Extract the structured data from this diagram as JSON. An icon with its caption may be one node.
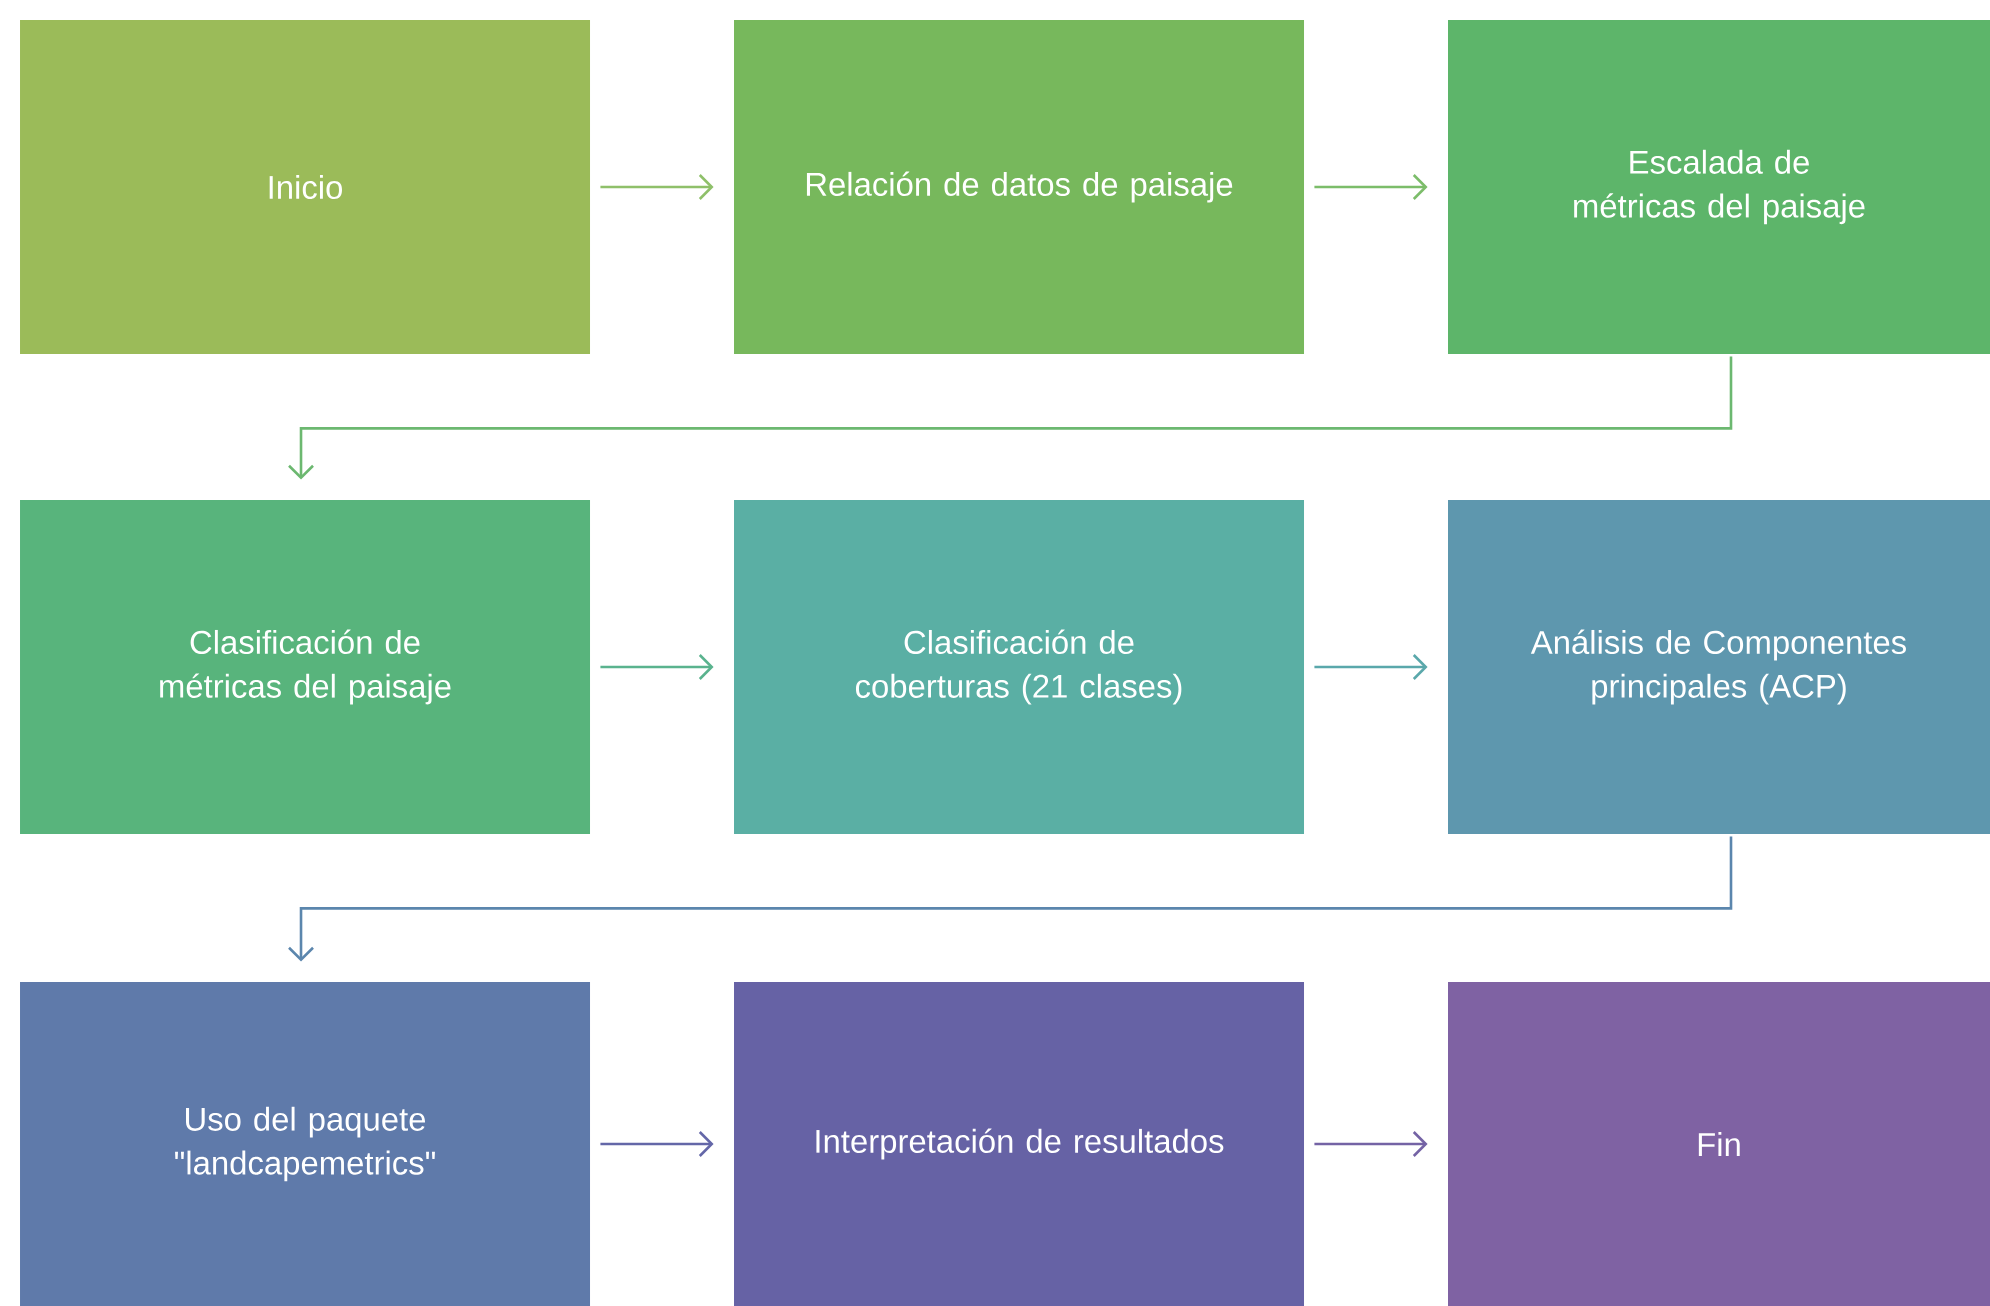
{
  "diagram": {
    "nodes": [
      {
        "text": [
          "Inicio"
        ]
      },
      {
        "text": [
          "Relación de datos de paisaje"
        ]
      },
      {
        "text": [
          "Escalada de métricas del paisaje"
        ]
      },
      {
        "text": [
          "Clasificación de métricas del paisaje"
        ]
      },
      {
        "text": [
          "Clasificación de coberturas (21 clases)"
        ]
      },
      {
        "text": [
          "Análisis de Componentes principales (ACP)"
        ]
      },
      {
        "text": [
          "Uso del paquete \"landcapemetrics\""
        ]
      },
      {
        "text": [
          "Interpretación de resultados"
        ]
      },
      {
        "text": [
          "Fin"
        ]
      }
    ],
    "edges": [
      {
        "from": 0,
        "to": 1,
        "arrow": "to",
        "color": "#8fc06a"
      },
      {
        "from": 1,
        "to": 2,
        "arrow": "to",
        "color": "#7cbd6a"
      },
      {
        "from": 2,
        "to": 3,
        "arrow": "to",
        "color": "#6cb870"
      },
      {
        "from": 3,
        "to": 4,
        "arrow": "to",
        "color": "#5ab38e"
      },
      {
        "from": 4,
        "to": 5,
        "arrow": "to",
        "color": "#5aa8ab"
      },
      {
        "from": 5,
        "to": 6,
        "arrow": "to",
        "color": "#5b86ad"
      },
      {
        "from": 6,
        "to": 7,
        "arrow": "to",
        "color": "#6467a8"
      },
      {
        "from": 7,
        "to": 8,
        "arrow": "to",
        "color": "#7463a5"
      }
    ]
  }
}
